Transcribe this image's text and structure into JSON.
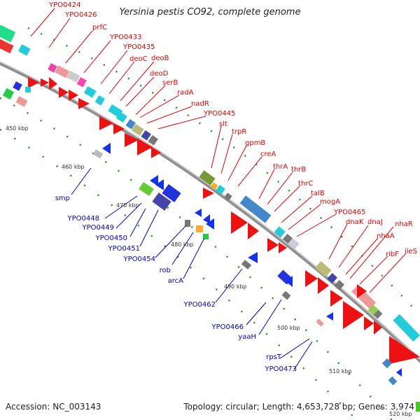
{
  "title": "Yersinia pestis CO92, complete genome",
  "accession": "Accession: NC_003143",
  "summary": "Topology: circular; Length: 4,653,728 bp; Genes: 3,974",
  "colors": {
    "forward_label": "#e60000",
    "reverse_label": "#0000cc",
    "backbone": "#888888",
    "tick": "#2a8a2a"
  },
  "ticks": [
    "450 kbp",
    "460 kbp",
    "470 kbp",
    "480 kbp",
    "490 kbp",
    "500 kbp",
    "510 kbp",
    "520 kbp"
  ],
  "forward_genes": [
    "YPO0424",
    "YPO0426",
    "prfC",
    "YPO0433",
    "YPO0435",
    "deoC",
    "deoB",
    "deoD",
    "serB",
    "radA",
    "nadR",
    "YPO0445",
    "slt",
    "trpR",
    "gpmB",
    "creA",
    "thrA",
    "thrB",
    "thrC",
    "talB",
    "mogA",
    "YPO0465",
    "dnaK",
    "dnaJ",
    "nhaA",
    "nhaR",
    "ribF",
    "ileS"
  ],
  "reverse_genes": [
    "smp",
    "YPO0448",
    "YPO0449",
    "YPO0450",
    "YPO0451",
    "YPO0454",
    "rob",
    "arcA",
    "YPO0462",
    "YPO0466",
    "yaaH",
    "rpsT",
    "YPO0473"
  ]
}
